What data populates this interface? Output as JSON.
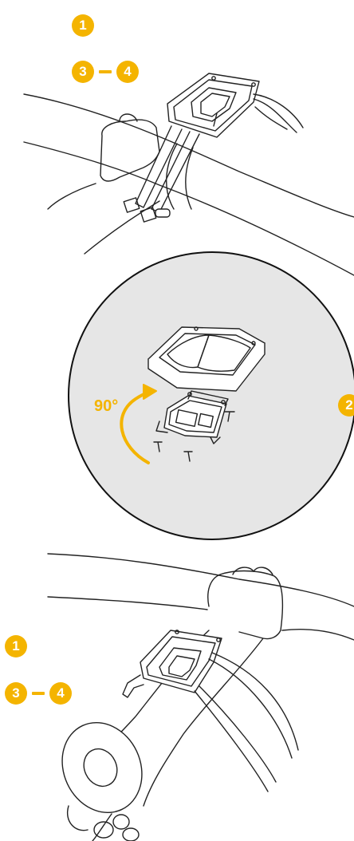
{
  "steps": {
    "top_step_a": "1",
    "top_step_b": "3",
    "top_step_c": "4",
    "middle_step": "2",
    "bottom_step_a": "1",
    "bottom_step_b": "3",
    "bottom_step_c": "4"
  },
  "rotation_label": "90°",
  "colors": {
    "accent": "#f4b400",
    "line": "#222222",
    "detail_background": "#e6e6e6"
  }
}
